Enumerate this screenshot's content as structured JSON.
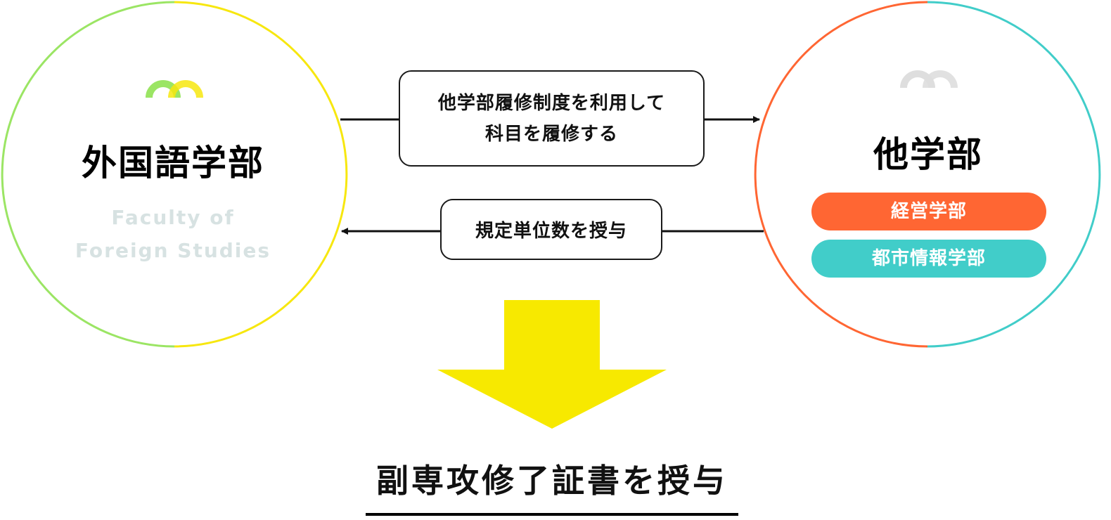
{
  "colors": {
    "green": "#9be564",
    "yellow": "#f7e70f",
    "orange": "#ff6633",
    "teal": "#41cdc9",
    "big_arrow": "#f7e900",
    "english_text": "#d7e2e2",
    "logo_grey": "#dedede",
    "line": "#111111"
  },
  "left_node": {
    "title": "外国語学部",
    "english_line_1": "Faculty of",
    "english_line_2": "Foreign Studies"
  },
  "right_node": {
    "title": "他学部",
    "departments": [
      {
        "label": "経営学部",
        "color": "#ff6633"
      },
      {
        "label": "都市情報学部",
        "color": "#41cdc9"
      }
    ]
  },
  "flows": {
    "to_other": {
      "line_1": "他学部履修制度を利用して",
      "line_2": "科目を履修する"
    },
    "to_foreign": {
      "label": "規定単位数を授与"
    }
  },
  "result": {
    "label": "副専攻修了証書を授与"
  }
}
